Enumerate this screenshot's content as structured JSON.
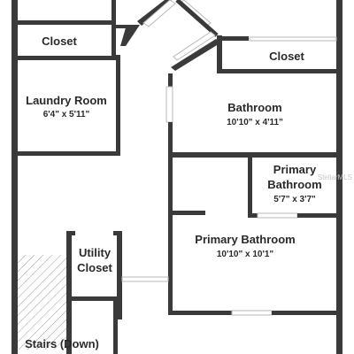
{
  "rooms": {
    "closet_left": {
      "name": "Closet"
    },
    "closet_right": {
      "name": "Closet"
    },
    "laundry": {
      "name": "Laundry Room",
      "dims": "6'4\" x 5'11\""
    },
    "bathroom": {
      "name": "Bathroom",
      "dims": "10'10\" x 4'11\""
    },
    "primary_bath_small": {
      "name_line1": "Primary",
      "name_line2": "Bathroom",
      "dims": "5'7\" x 3'7\""
    },
    "primary_bath": {
      "name": "Primary Bathroom",
      "dims": "10'10\" x 10'1\""
    },
    "utility": {
      "name_line1": "Utility",
      "name_line2": "Closet"
    },
    "stairs": {
      "name": "Stairs (Down)"
    }
  },
  "watermark": "StellarMLS",
  "colors": {
    "wall": "#3a3a3a",
    "background": "#ffffff",
    "hatch": "#9a9a9a"
  }
}
